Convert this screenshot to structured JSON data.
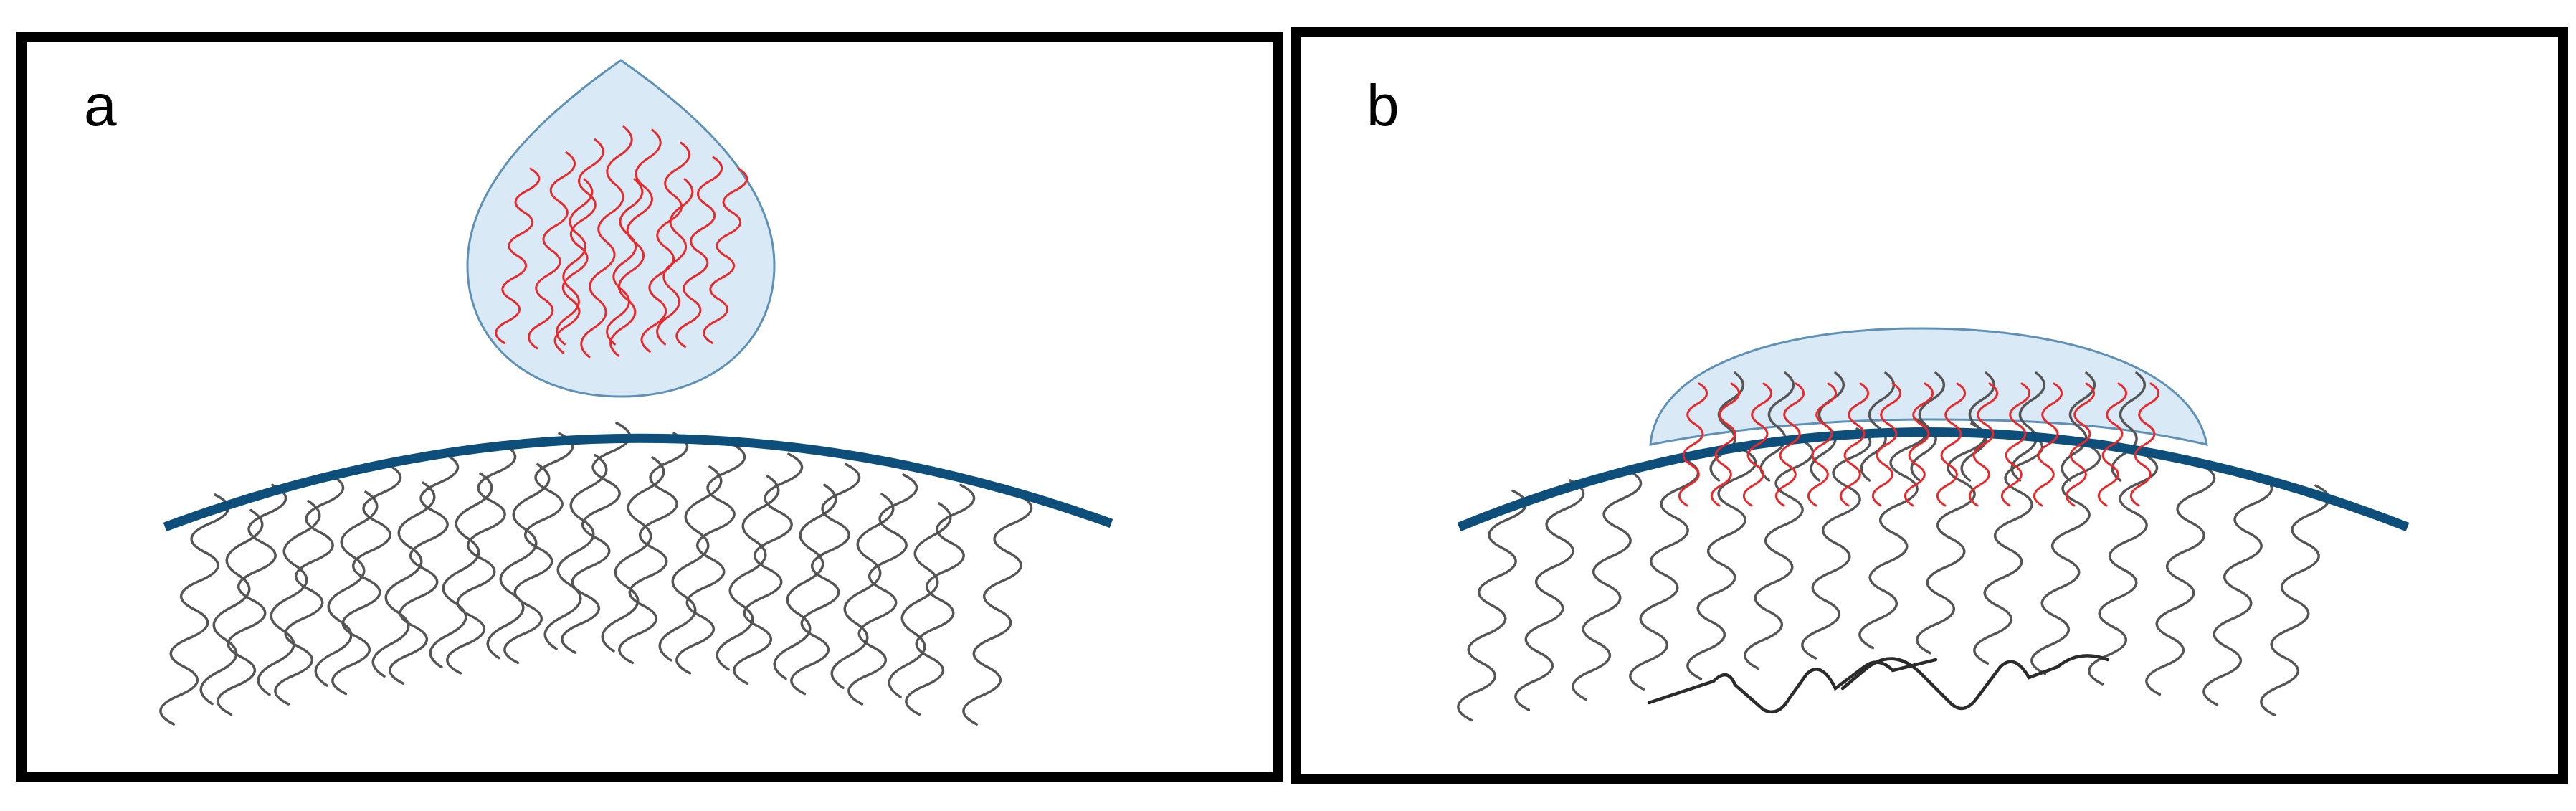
{
  "panels": [
    {
      "id": "a",
      "label": "a"
    },
    {
      "id": "b",
      "label": "b"
    }
  ],
  "colors": {
    "frame": "#000000",
    "surface": "#0d4f7a",
    "droplet_fill": "#d9e9f6",
    "droplet_stroke": "#5f91b7",
    "polymer_chain": "#e8292b",
    "skin_chain": "#555555",
    "entangled_chain": "#2b2b2b"
  }
}
